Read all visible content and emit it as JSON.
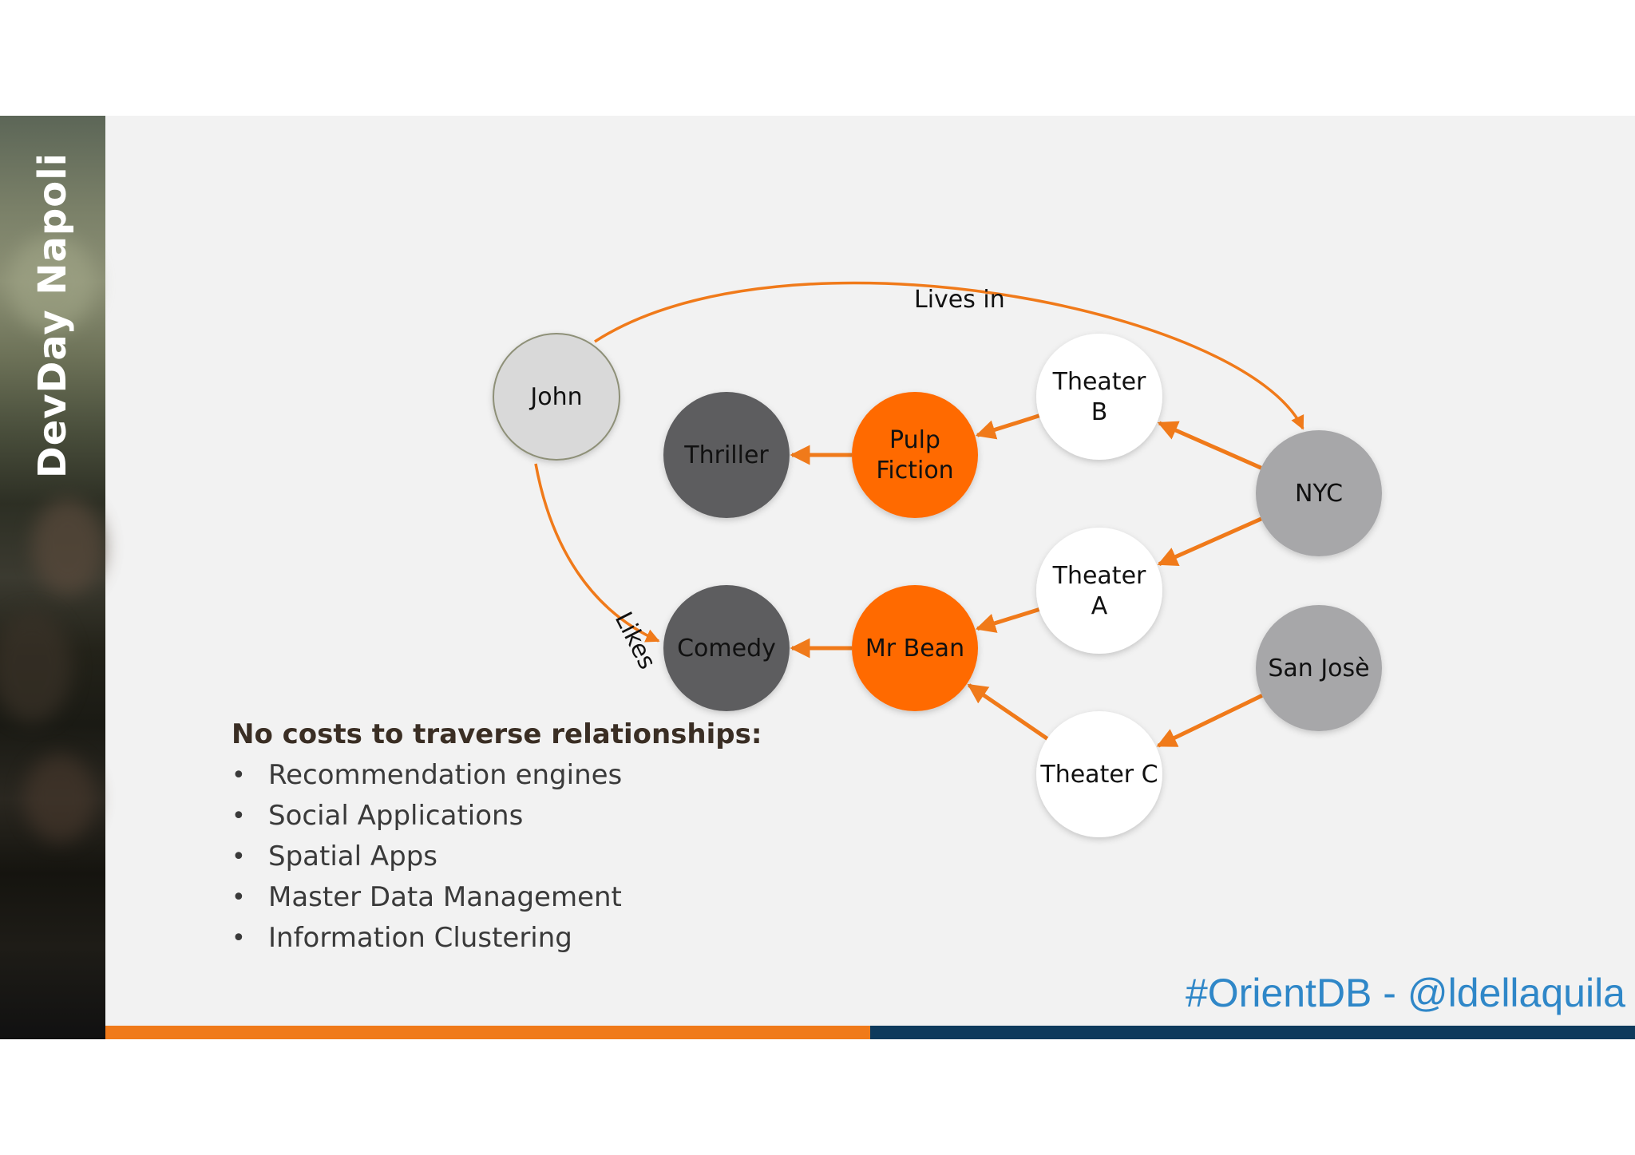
{
  "sidebar": {
    "title": "DevDay Napoli"
  },
  "colors": {
    "accent_orange": "#f07a1a",
    "node_orange": "#ff6a00",
    "node_dark": "#5d5d5f",
    "node_gray": "#a7a7a9",
    "node_light": "#d9d9d9",
    "footer_blue": "#2f87c8",
    "footer_navy": "#0e3a5c"
  },
  "diagram": {
    "nodes": [
      {
        "id": "john",
        "label": "John",
        "style": "light"
      },
      {
        "id": "thriller",
        "label": "Thriller",
        "style": "dark"
      },
      {
        "id": "comedy",
        "label": "Comedy",
        "style": "dark"
      },
      {
        "id": "pulp",
        "label": "Pulp\nFiction",
        "style": "orange"
      },
      {
        "id": "mrbean",
        "label": "Mr Bean",
        "style": "orange"
      },
      {
        "id": "theaterB",
        "label": "Theater\nB",
        "style": "white"
      },
      {
        "id": "theaterA",
        "label": "Theater\nA",
        "style": "white"
      },
      {
        "id": "theaterC",
        "label": "Theater C",
        "style": "white"
      },
      {
        "id": "nyc",
        "label": "NYC",
        "style": "gray"
      },
      {
        "id": "sanjose",
        "label": "San Josè",
        "style": "gray"
      }
    ],
    "edges": [
      {
        "from": "john",
        "to": "nyc",
        "label": "Lives in"
      },
      {
        "from": "john",
        "to": "comedy",
        "label": "Likes"
      },
      {
        "from": "pulp",
        "to": "thriller",
        "label": ""
      },
      {
        "from": "mrbean",
        "to": "comedy",
        "label": ""
      },
      {
        "from": "theaterB",
        "to": "pulp",
        "label": ""
      },
      {
        "from": "theaterA",
        "to": "mrbean",
        "label": ""
      },
      {
        "from": "theaterC",
        "to": "mrbean",
        "label": ""
      },
      {
        "from": "nyc",
        "to": "theaterB",
        "label": ""
      },
      {
        "from": "nyc",
        "to": "theaterA",
        "label": ""
      },
      {
        "from": "sanjose",
        "to": "theaterC",
        "label": ""
      }
    ]
  },
  "bullets": {
    "heading": "No costs to traverse relationships:",
    "items": [
      "Recommendation engines",
      "Social Applications",
      "Spatial Apps",
      "Master Data Management",
      "Information Clustering"
    ]
  },
  "footer": {
    "tag": "#OrientDB - @ldellaquila"
  }
}
